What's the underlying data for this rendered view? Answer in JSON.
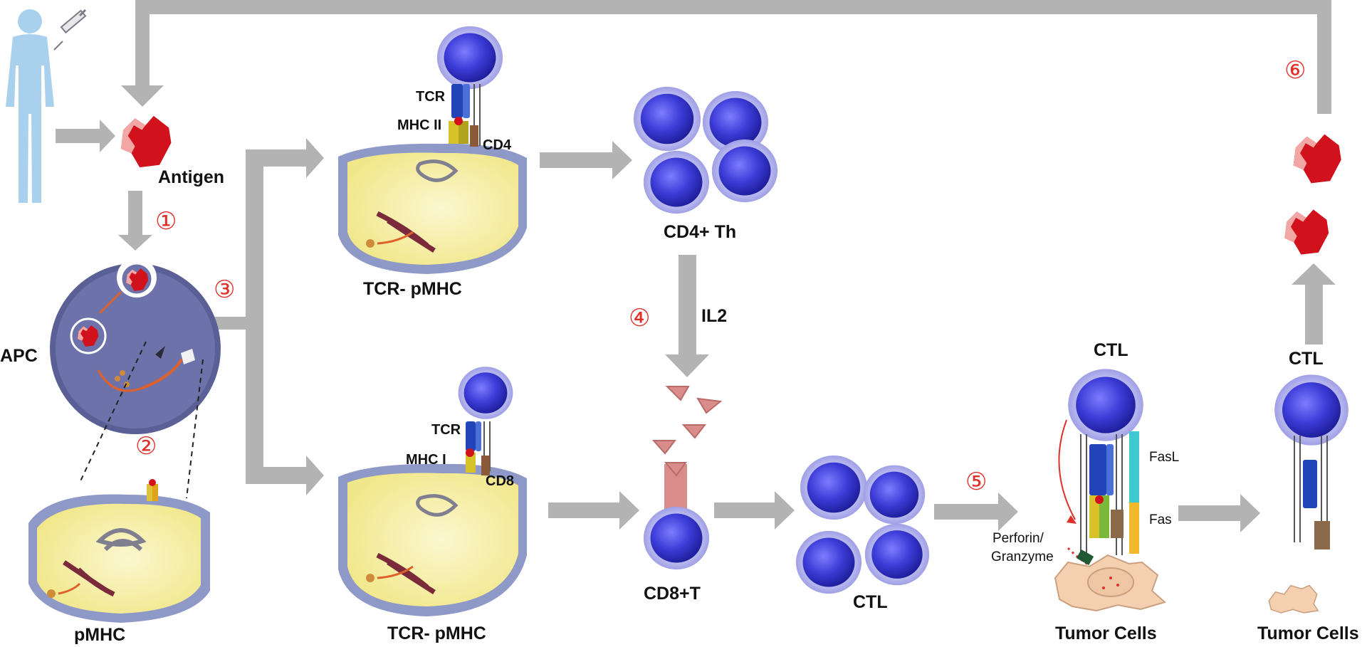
{
  "colors": {
    "arrow": "#b3b3b3",
    "cell_fill": "#3b3bd6",
    "cell_halo": "#a8a8ec",
    "apc_fill": "#6d73aa",
    "cytoplasm": "#f6efa2",
    "membrane": "#8f99c8",
    "antigen": "#d1121c",
    "step_number": "#e0302a",
    "il2": "#d98d8a",
    "tumor": "#f5d0b0"
  },
  "icons": [
    "human-figure-icon",
    "syringe-icon",
    "antigen-icon",
    "t-cell-icon",
    "apc-cell-icon",
    "tumor-cell-icon"
  ],
  "labels": {
    "antigen": "Antigen",
    "apc": "APC",
    "pmhc": "pMHC",
    "tcr_pmhc_top": "TCR- pMHC",
    "tcr_pmhc_bottom": "TCR- pMHC",
    "tcr_top": "TCR",
    "mhc2": "MHC II",
    "cd4": "CD4",
    "tcr_bottom": "TCR",
    "mhc1": "MHC I",
    "cd8": "CD8",
    "cd4_th": "CD4+ Th",
    "il2": "IL2",
    "cd8_t": "CD8+T",
    "ctl_cluster": "CTL",
    "ctl_attack": "CTL",
    "ctl_final": "CTL",
    "fasl": "FasL",
    "fas": "Fas",
    "perforin": "Perforin/",
    "granzyme": "Granzyme",
    "tumor_cells_attack": "Tumor Cells",
    "tumor_cells_final": "Tumor Cells"
  },
  "steps": {
    "s1": "①",
    "s2": "②",
    "s3": "③",
    "s4": "④",
    "s5": "⑤",
    "s6": "⑥"
  }
}
